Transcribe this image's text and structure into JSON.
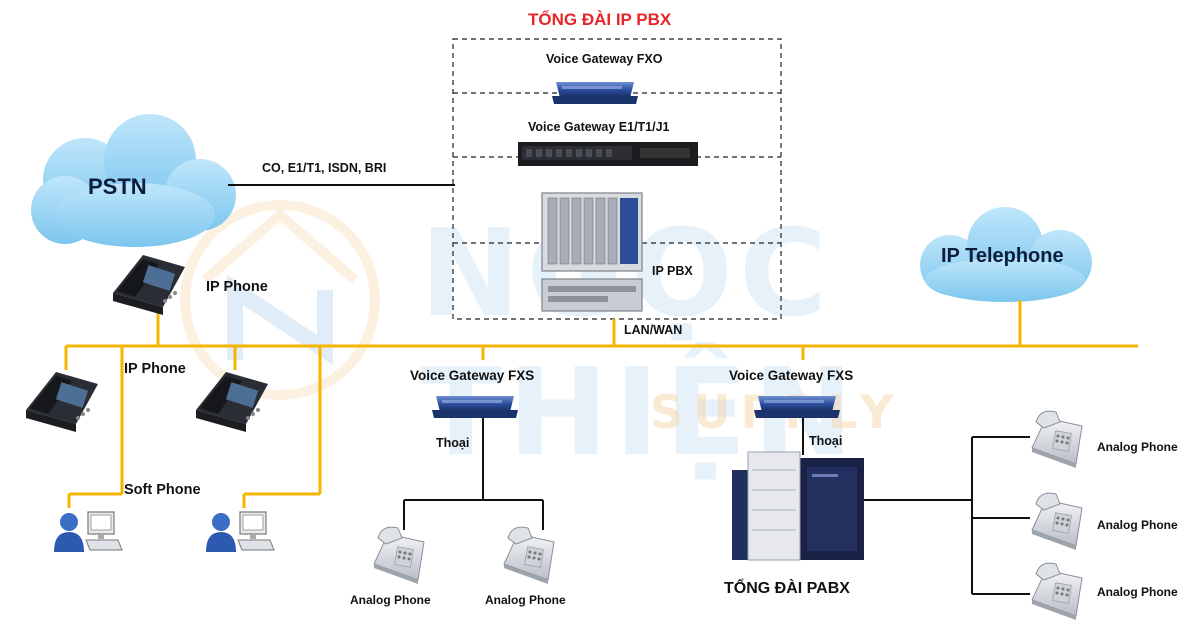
{
  "title": "TỔNG ĐÀI IP PBX",
  "watermark": {
    "brand": "NGỌC THIỆN",
    "sub": "SUPPLY"
  },
  "clouds": {
    "pstn": "PSTN",
    "ip_telephone": "IP Telephone"
  },
  "labels": {
    "trunk_link": "CO, E1/T1, ISDN, BRI",
    "gw_fxo": "Voice Gateway FXO",
    "gw_e1": "Voice Gateway E1/T1/J1",
    "ip_pbx": "IP PBX",
    "lan_wan": "LAN/WAN",
    "ip_phone_top": "IP Phone",
    "ip_phone_mid": "IP Phone",
    "soft_phone": "Soft Phone",
    "gw_fxs_1": "Voice Gateway FXS",
    "gw_fxs_2": "Voice Gateway FXS",
    "thoai_1": "Thoại",
    "thoai_2": "Thoại",
    "analog_1": "Analog Phone",
    "analog_2": "Analog Phone",
    "analog_3": "Analog Phone",
    "analog_4": "Analog Phone",
    "analog_5": "Analog Phone",
    "pabx": "TỔNG ĐÀI PABX"
  },
  "colors": {
    "lan_line": "#f5b400",
    "title": "#e8262a",
    "cloud": "#8fd0f2",
    "device_blue": "#2b4f9e"
  }
}
